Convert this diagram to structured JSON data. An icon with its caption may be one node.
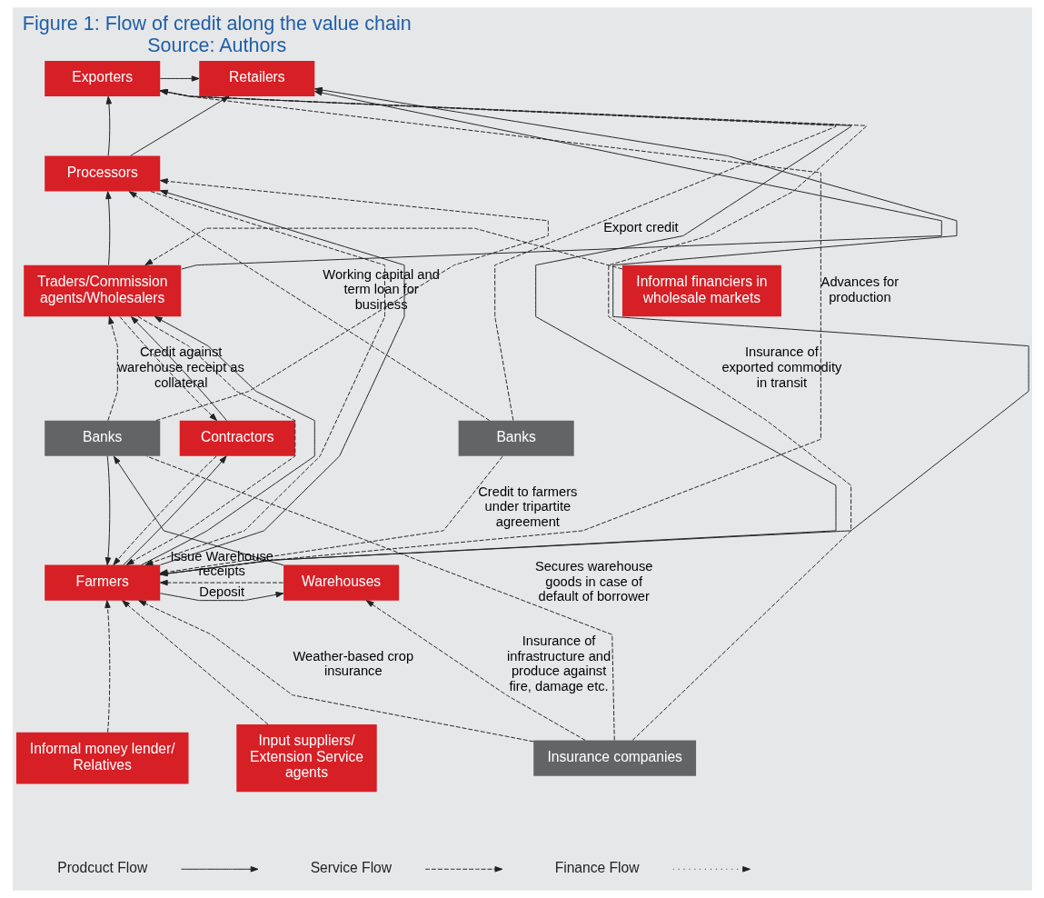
{
  "diagram": {
    "title": "Figure 1: Flow of credit along the value chain",
    "caption": "Source: Authors",
    "nodes": [
      {
        "text": [
          "Exporters"
        ]
      },
      {
        "text": [
          "Retailers"
        ]
      },
      {
        "text": [
          "Processors"
        ]
      },
      {
        "text": [
          "Traders/Commission agents/Wholesalers"
        ]
      },
      {
        "text": [
          "Informal financiers in wholesale markets"
        ]
      },
      {
        "text": [
          "Banks"
        ]
      },
      {
        "text": [
          "Banks"
        ]
      },
      {
        "text": [
          "Contractors"
        ]
      },
      {
        "text": [
          "Farmers"
        ]
      },
      {
        "text": [
          "Warehouses"
        ]
      },
      {
        "text": [
          "Informal money lender/ Relatives"
        ]
      },
      {
        "text": [
          "Input suppliers/ Extension Service agents"
        ]
      },
      {
        "text": [
          "Insurance companies"
        ]
      }
    ],
    "edges": [
      {
        "from": 8,
        "to": 0,
        "arrow": "to"
      },
      {
        "from": 8,
        "to": 1,
        "arrow": "to"
      },
      {
        "from": 8,
        "to": 2,
        "arrow": "to"
      },
      {
        "from": 8,
        "to": 3,
        "arrow": "to"
      },
      {
        "from": 2,
        "to": 0,
        "arrow": "to"
      },
      {
        "from": 0,
        "to": 1,
        "arrow": "to"
      },
      {
        "from": 2,
        "to": 1,
        "arrow": "to"
      },
      {
        "from": 3,
        "to": 2,
        "arrow": "to"
      },
      {
        "from": 3,
        "to": 1,
        "arrow": "to"
      },
      {
        "from": 7,
        "to": 3,
        "arrow": "to"
      },
      {
        "from": 8,
        "to": 7,
        "arrow": "to"
      },
      {
        "from": 0,
        "to": 8,
        "arrow": "to",
        "style": "dashed",
        "label": "Advances for production"
      },
      {
        "from": 2,
        "to": 8,
        "arrow": "to",
        "style": "dashed"
      },
      {
        "from": 11,
        "to": 8,
        "arrow": "to",
        "style": "dashed"
      },
      {
        "from": 5,
        "to": 0,
        "arrow": "to",
        "style": "dashed",
        "label": "Export credit"
      },
      {
        "from": 5,
        "to": 2,
        "arrow": "to",
        "style": "dashed",
        "label": "Working capital and term loan for business"
      },
      {
        "from": 5,
        "to": 8,
        "arrow": "to",
        "style": "dashed",
        "label": "Credit to farmers under tripartite agreement"
      },
      {
        "from": 3,
        "to": 8,
        "arrow": "to",
        "style": "dashed"
      },
      {
        "from": 3,
        "to": 7,
        "arrow": "to",
        "style": "dashed"
      },
      {
        "from": 7,
        "to": 8,
        "arrow": "to",
        "style": "dashed"
      },
      {
        "from": 4,
        "to": 3,
        "arrow": "to",
        "style": "dashed"
      },
      {
        "from": 6,
        "to": 3,
        "arrow": "to",
        "style": "dashed",
        "label": "Credit against warehouse receipt as collateral"
      },
      {
        "from": 6,
        "to": 2,
        "arrow": "to",
        "style": "dashed"
      },
      {
        "from": 6,
        "to": 8,
        "arrow": "to"
      },
      {
        "from": 8,
        "to": 9,
        "arrow": "to",
        "label": "Deposit"
      },
      {
        "from": 9,
        "to": 8,
        "arrow": "to",
        "style": "dashed",
        "label": "Issue Warehouse receipts"
      },
      {
        "from": 9,
        "to": 6,
        "arrow": "to"
      },
      {
        "from": 12,
        "to": 6,
        "arrow": "none",
        "style": "dashed",
        "label": "Secures warehouse goods in case of default of borrower"
      },
      {
        "from": 12,
        "to": 0,
        "arrow": "to",
        "style": "dashed",
        "label": "Insurance of exported commodity in transit"
      },
      {
        "from": 12,
        "to": 9,
        "arrow": "to",
        "style": "dashed",
        "label": "Insurance of infrastructure and produce against fire, damage etc."
      },
      {
        "from": 12,
        "to": 8,
        "arrow": "to",
        "style": "dashed",
        "label": "Weather-based crop insurance"
      },
      {
        "from": 10,
        "to": 8,
        "arrow": "to",
        "style": "dashed"
      }
    ],
    "legend": [
      {
        "text": "Prodcuct Flow"
      },
      {
        "text": "Service Flow"
      },
      {
        "text": "Finance Flow"
      }
    ]
  }
}
